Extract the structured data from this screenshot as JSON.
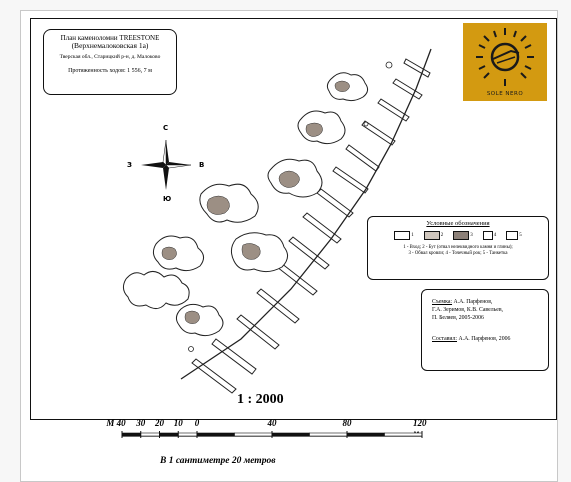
{
  "title_box": {
    "line1": "План каменоломни TREESTONE",
    "line2": "(Верхнемалоковская 1а)",
    "line3": "Тверская обл., Старицкий р-н, д. Малоково",
    "line4": "Протяженность ходов: 1 556, 7 м"
  },
  "logo": {
    "text": "SOLE NERO",
    "colors": {
      "background": "#d39a11",
      "mark": "#1a1a1a"
    }
  },
  "compass": {
    "north": "С",
    "south": "Ю",
    "west": "З",
    "east": "В"
  },
  "legend": {
    "title": "Условные обозначения",
    "item_numbers": [
      "1",
      "2",
      "3",
      "4",
      "5"
    ],
    "desc_line1": "1 - Вход; 2 - Бут (отвал нелеквидного камня и глины);",
    "desc_line2": "3 - Обвал кровли; 4 - Точечный рок; 5 - Танкетка"
  },
  "credits": {
    "survey_label": "Съемка:",
    "survey_line1": "А.А. Парфенов,",
    "survey_line2": "Г.А. Зеримов, К.В. Савельев,",
    "survey_line3": "П. Беляев, 2005-2006",
    "compiled_label": "Составил:",
    "compiled_text": "А.А. Парфенов, 2006"
  },
  "scale": {
    "ratio": "1 : 2000",
    "caption": "В 1 сантиметре 20 метров",
    "tick_labels": [
      "М 40",
      "30",
      "20",
      "10",
      "0",
      "40",
      "80",
      "120 м"
    ],
    "tick_values_m": [
      -40,
      -30,
      -20,
      -10,
      0,
      40,
      80,
      120
    ]
  },
  "map": {
    "colors": {
      "line": "#222222",
      "rock_fill": "#9c8f84",
      "background": "#ffffff"
    }
  }
}
